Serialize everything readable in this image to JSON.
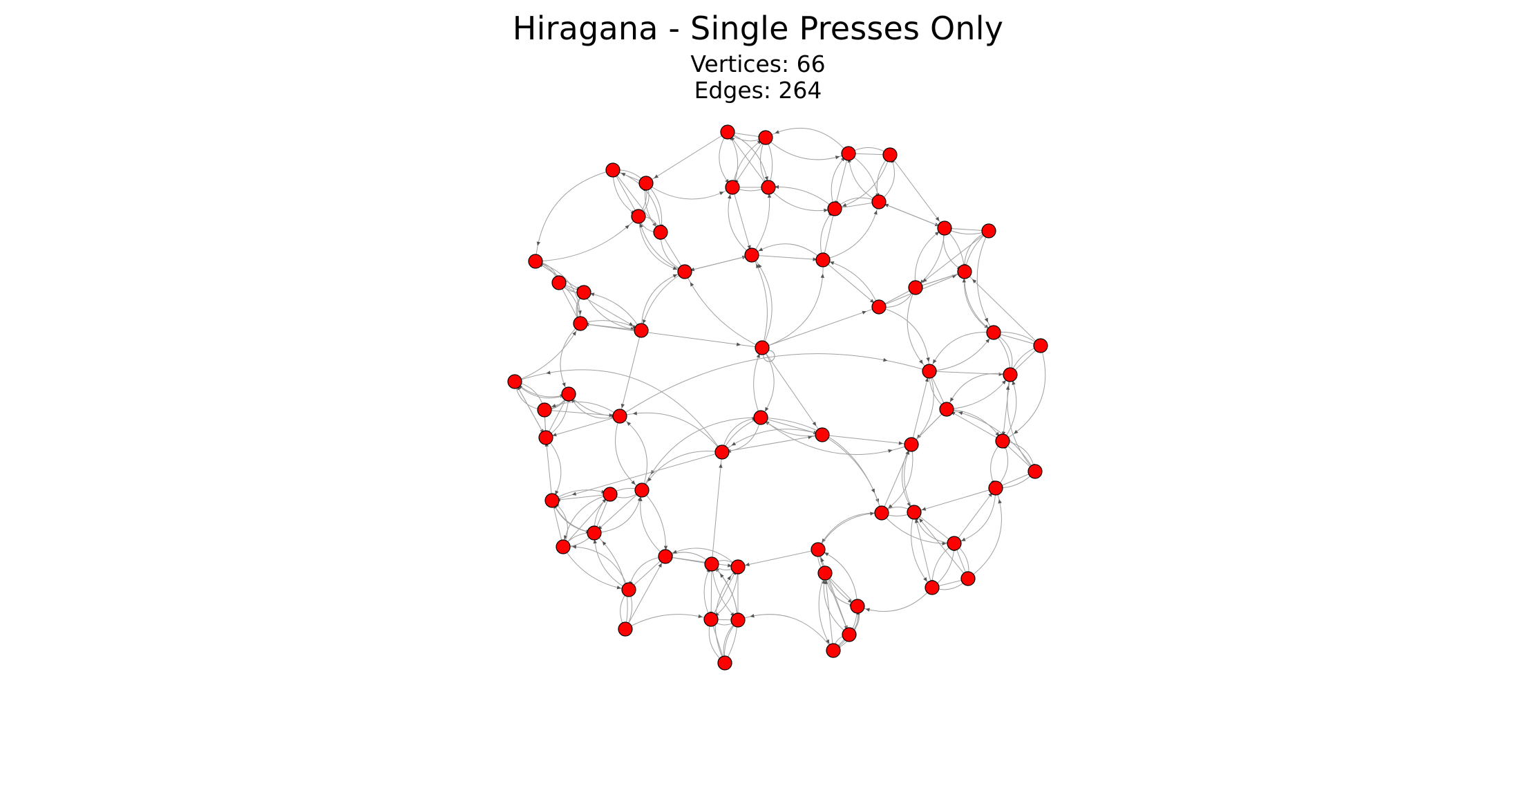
{
  "figure": {
    "title": "Hiragana - Single Presses Only",
    "vertices_label": "Vertices: 66",
    "edges_label": "Edges: 264"
  },
  "style": {
    "node_fill": "#ff0000",
    "node_stroke": "#000000",
    "edge_color": "#a0a0a0",
    "background": "#ffffff"
  }
}
